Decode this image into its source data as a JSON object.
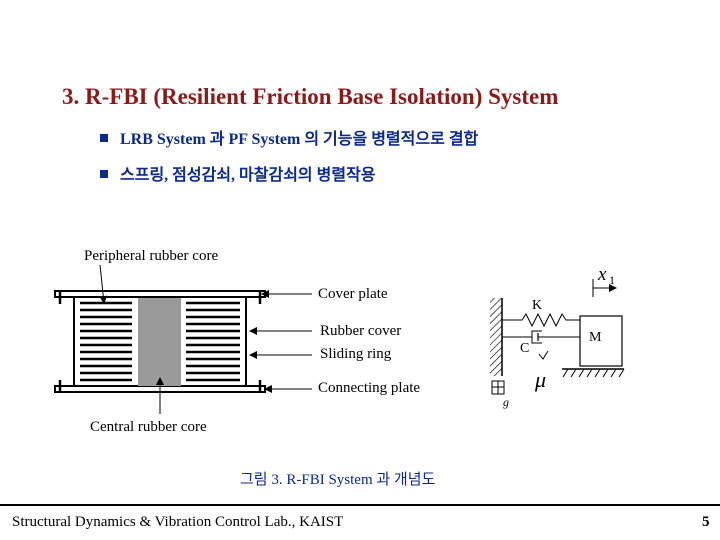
{
  "slide": {
    "title": "3. R-FBI (Resilient Friction Base Isolation) System",
    "bullets": [
      "LRB System 과 PF System 의 기능을 병렬적으로 결합",
      "스프링, 점성감쇠, 마찰감쇠의 병렬작용"
    ]
  },
  "diagram": {
    "labels": {
      "peripheral": "Peripheral rubber core",
      "cover_plate": "Cover plate",
      "rubber_cover": "Rubber cover",
      "sliding_ring": "Sliding ring",
      "connecting_plate": "Connecting plate",
      "central": "Central rubber core"
    },
    "model": {
      "x1": "x",
      "x1_sub": "1",
      "k": "K",
      "c": "C",
      "m": "M",
      "mu": "μ",
      "ground": "g"
    }
  },
  "caption": "그림 3. R-FBI System 과 개념도",
  "footer": {
    "lab": "Structural Dynamics & Vibration Control Lab., KAIST",
    "page": "5"
  },
  "colors": {
    "title": "#8b1a1a",
    "accent": "#0b2a8a",
    "core": "#9a9a9a"
  }
}
